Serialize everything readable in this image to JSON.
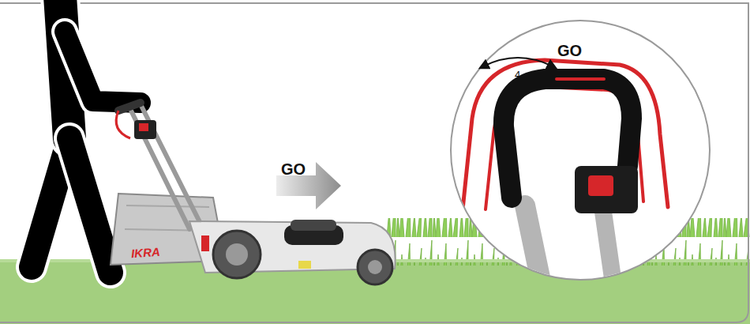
{
  "diagram": {
    "labels": [
      "GO",
      "4",
      "GO",
      "IKRA"
    ]
  }
}
